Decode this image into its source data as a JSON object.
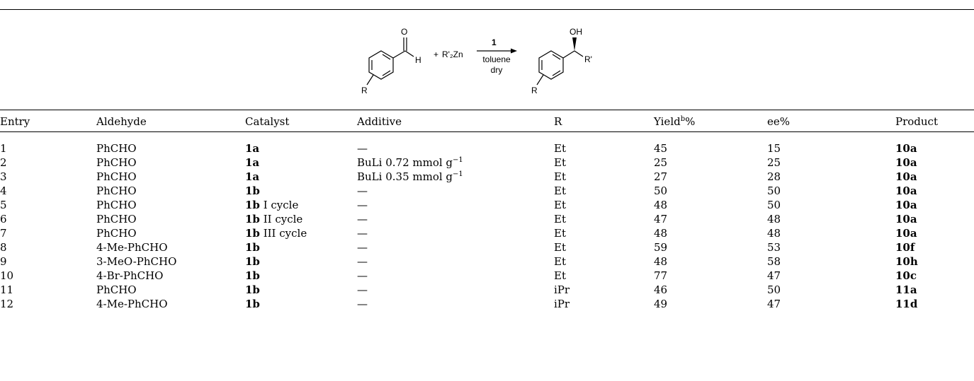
{
  "scheme": {
    "r_label": "R",
    "h_label": "H",
    "o_label": "O",
    "reagent": "R'₂Zn",
    "plus": "+",
    "catalyst_label": "1",
    "solvent": "toluene",
    "condition": "dry",
    "oh_label": "OH",
    "r_prime_label": "R'"
  },
  "table": {
    "headers": {
      "entry": "Entry",
      "aldehyde": "Aldehyde",
      "catalyst": "Catalyst",
      "additive": "Additive",
      "r": "R",
      "yield": "Yield",
      "yield_sup": "b",
      "yield_unit": "%",
      "ee": "ee%",
      "product": "Product"
    },
    "rows": [
      {
        "entry": "1",
        "aldehyde": "PhCHO",
        "catalyst": "1a",
        "catalyst_note": "",
        "additive": "—",
        "additive_sup": "",
        "r": "Et",
        "yield": "45",
        "ee": "15",
        "product": "10a"
      },
      {
        "entry": "2",
        "aldehyde": "PhCHO",
        "catalyst": "1a",
        "catalyst_note": "",
        "additive": "BuLi 0.72 mmol g",
        "additive_sup": "−1",
        "r": "Et",
        "yield": "25",
        "ee": "25",
        "product": "10a"
      },
      {
        "entry": "3",
        "aldehyde": "PhCHO",
        "catalyst": "1a",
        "catalyst_note": "",
        "additive": "BuLi 0.35 mmol g",
        "additive_sup": "−1",
        "r": "Et",
        "yield": "27",
        "ee": "28",
        "product": "10a"
      },
      {
        "entry": "4",
        "aldehyde": "PhCHO",
        "catalyst": "1b",
        "catalyst_note": "",
        "additive": "—",
        "additive_sup": "",
        "r": "Et",
        "yield": "50",
        "ee": "50",
        "product": "10a"
      },
      {
        "entry": "5",
        "aldehyde": "PhCHO",
        "catalyst": "1b",
        "catalyst_note": " I cycle",
        "additive": "—",
        "additive_sup": "",
        "r": "Et",
        "yield": "48",
        "ee": "50",
        "product": "10a"
      },
      {
        "entry": "6",
        "aldehyde": "PhCHO",
        "catalyst": "1b",
        "catalyst_note": " II cycle",
        "additive": "—",
        "additive_sup": "",
        "r": "Et",
        "yield": "47",
        "ee": "48",
        "product": "10a"
      },
      {
        "entry": "7",
        "aldehyde": "PhCHO",
        "catalyst": "1b",
        "catalyst_note": " III cycle",
        "additive": "—",
        "additive_sup": "",
        "r": "Et",
        "yield": "48",
        "ee": "48",
        "product": "10a"
      },
      {
        "entry": "8",
        "aldehyde": "4-Me-PhCHO",
        "catalyst": "1b",
        "catalyst_note": "",
        "additive": "—",
        "additive_sup": "",
        "r": "Et",
        "yield": "59",
        "ee": "53",
        "product": "10f"
      },
      {
        "entry": "9",
        "aldehyde": "3-MeO-PhCHO",
        "catalyst": "1b",
        "catalyst_note": "",
        "additive": "—",
        "additive_sup": "",
        "r": "Et",
        "yield": "48",
        "ee": "58",
        "product": "10h"
      },
      {
        "entry": "10",
        "aldehyde": "4-Br-PhCHO",
        "catalyst": "1b",
        "catalyst_note": "",
        "additive": "—",
        "additive_sup": "",
        "r": "Et",
        "yield": "77",
        "ee": "47",
        "product": "10c"
      },
      {
        "entry": "11",
        "aldehyde": "PhCHO",
        "catalyst": "1b",
        "catalyst_note": "",
        "additive": "—",
        "additive_sup": "",
        "r": "iPr",
        "yield": "46",
        "ee": "50",
        "product": "11a"
      },
      {
        "entry": "12",
        "aldehyde": "4-Me-PhCHO",
        "catalyst": "1b",
        "catalyst_note": "",
        "additive": "—",
        "additive_sup": "",
        "r": "iPr",
        "yield": "49",
        "ee": "47",
        "product": "11d"
      }
    ]
  }
}
